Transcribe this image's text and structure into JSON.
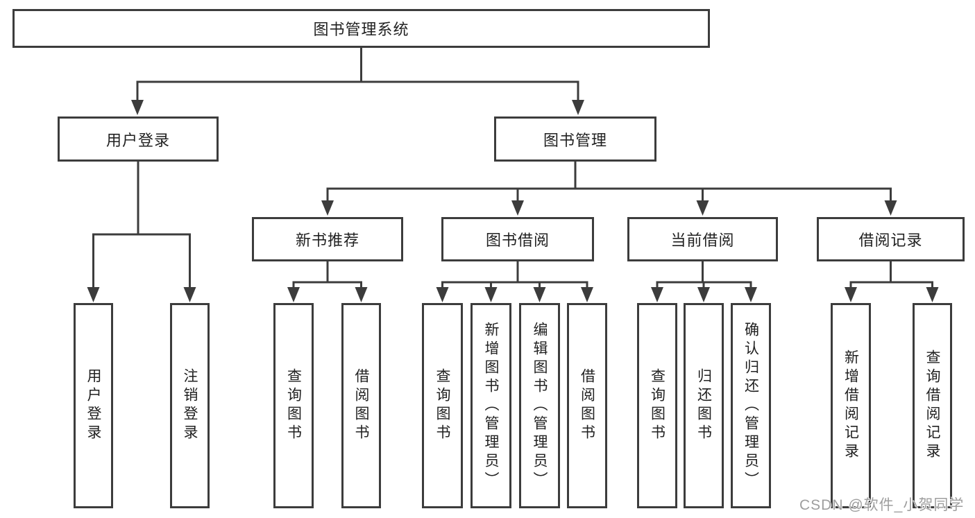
{
  "tree": {
    "root": "图书管理系统",
    "branches": [
      {
        "label": "用户登录",
        "children": [
          "用户登录",
          "注销登录"
        ]
      },
      {
        "label": "图书管理",
        "groups": [
          {
            "label": "新书推荐",
            "children": [
              "查询图书",
              "借阅图书"
            ]
          },
          {
            "label": "图书借阅",
            "children": [
              "查询图书",
              "新增图书（管理员）",
              "编辑图书（管理员）",
              "借阅图书"
            ]
          },
          {
            "label": "当前借阅",
            "children": [
              "查询图书",
              "归还图书",
              "确认归还（管理员）"
            ]
          },
          {
            "label": "借阅记录",
            "children": [
              "新增借阅记录",
              "查询借阅记录"
            ]
          }
        ]
      }
    ]
  },
  "watermark": {
    "text": "CSDN @软件_小贺同学"
  },
  "colors": {
    "line": "#3c3c3c",
    "text": "#212121",
    "watermark": "#9e9e9e",
    "background": "#ffffff"
  }
}
